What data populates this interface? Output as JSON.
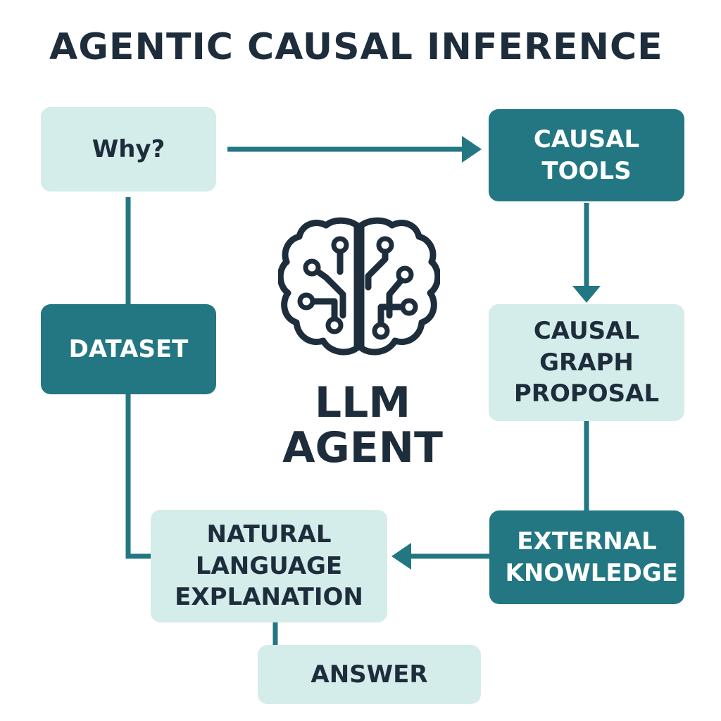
{
  "title": "AGENTIC CAUSAL INFERENCE",
  "center": {
    "line1": "LLM",
    "line2": "AGENT",
    "icon": "brain-circuit-icon"
  },
  "nodes": {
    "why": "Why?",
    "causal_tools": "CAUSAL TOOLS",
    "dataset": "DATASET",
    "causal_graph_proposal": "CAUSAL GRAPH PROPOSAL",
    "external_knowledge": "EXTERNAL KNOWLEDGE",
    "natural_language_explanation": "NATURAL LANGUAGE EXPLANATION",
    "answer": "ANSWER"
  },
  "colors": {
    "dark_teal": "#227782",
    "light_teal": "#d4ecea",
    "navy_text": "#1e2d3b"
  }
}
